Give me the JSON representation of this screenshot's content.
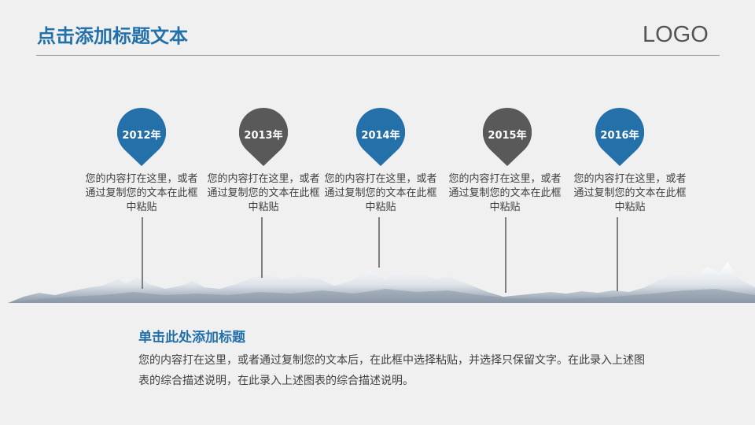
{
  "header": {
    "title": "点击添加标题文本",
    "logo": "LOGO"
  },
  "colors": {
    "accent_blue": "#2471a9",
    "dark_gray": "#595959",
    "background": "#f0f0f0",
    "rule": "#a6a6a6",
    "connector": "#7f7f7f"
  },
  "timeline": {
    "items": [
      {
        "year": "2012年",
        "color": "blue",
        "text": "您的内容打在这里，或者通过复制您的文本在此框中粘贴"
      },
      {
        "year": "2013年",
        "color": "gray",
        "text": "您的内容打在这里，或者通过复制您的文本在此框中粘贴"
      },
      {
        "year": "2014年",
        "color": "blue",
        "text": "您的内容打在这里，或者通过复制您的文本在此框中粘贴"
      },
      {
        "year": "2015年",
        "color": "gray",
        "text": "您的内容打在这里，或者通过复制您的文本在此框中粘贴"
      },
      {
        "year": "2016年",
        "color": "blue",
        "text": "您的内容打在这里，或者通过复制您的文本在此框中粘贴"
      }
    ]
  },
  "summary": {
    "title": "单击此处添加标题",
    "body": "您的内容打在这里，或者通过复制您的文本后，在此框中选择粘贴，并选择只保留文字。在此录入上述图表的综合描述说明，在此录入上述图表的综合描述说明。"
  }
}
